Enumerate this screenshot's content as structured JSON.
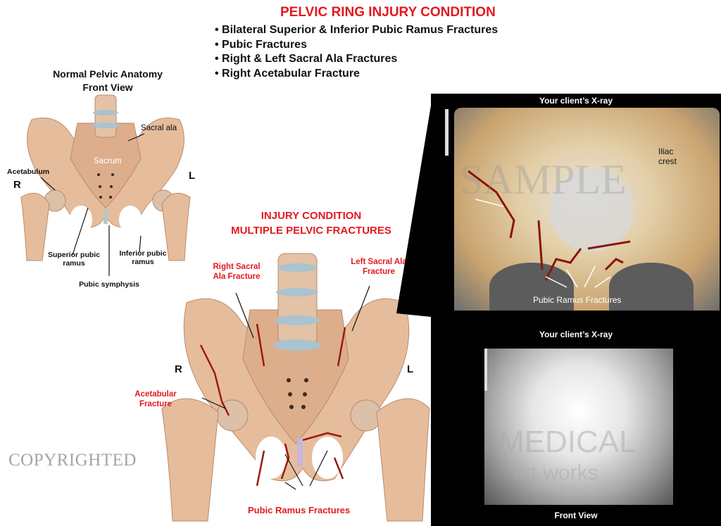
{
  "header": {
    "title": "PELVIC RING INJURY CONDITION",
    "bullets": [
      "Bilateral Superior & Inferior Pubic Ramus Fractures",
      "Pubic Fractures",
      "Right & Left Sacral Ala Fractures",
      "Right Acetabular Fracture"
    ]
  },
  "normal": {
    "heading_line1": "Normal Pelvic Anatomy",
    "heading_line2": "Front View",
    "labels": {
      "sacral_ala": "Sacral ala",
      "sacrum": "Sacrum",
      "acetabulum": "Acetabulum",
      "right": "R",
      "left": "L",
      "superior_pubic_ramus": "Superior pubic ramus",
      "inferior_pubic_ramus": "Inferior pubic ramus",
      "pubic_symphysis": "Pubic symphysis"
    }
  },
  "injury": {
    "heading_line1": "INJURY CONDITION",
    "heading_line2": "MULTIPLE PELVIC FRACTURES",
    "labels": {
      "right_sacral_ala": "Right Sacral Ala Fracture",
      "left_sacral_ala": "Left Sacral Ala Fracture",
      "acetabular": "Acetabular Fracture",
      "pubic_ramus": "Pubic Ramus Fractures",
      "right": "R",
      "left": "L"
    }
  },
  "xray": {
    "top_label": "Your client’s  X-ray",
    "iliac_crest": "Iliac crest",
    "pubic_ramus": "Pubic Ramus Fractures",
    "bottom_label": "Your client’s  X-ray",
    "bottom_caption": "Front View"
  },
  "watermark": {
    "text": "COPYRIGHTED",
    "sample": "SAMPLE",
    "brand1": "MEDICAL",
    "brand2": "art works"
  },
  "colors": {
    "accent_red": "#e3191f",
    "bone": "#e8c3a4",
    "fracture": "#9b1a10"
  }
}
